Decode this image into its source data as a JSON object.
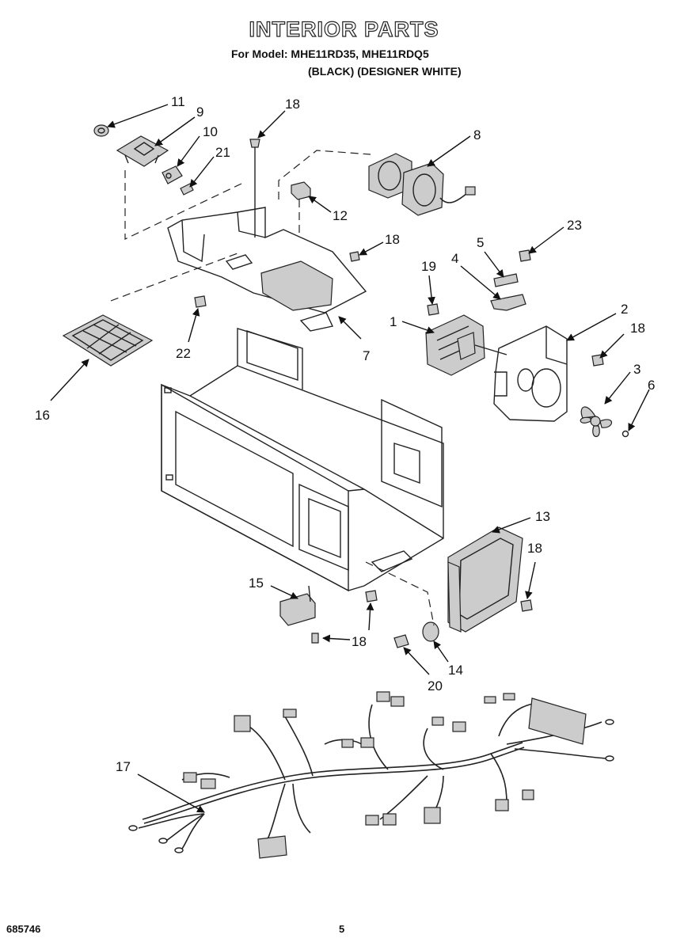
{
  "header": {
    "title": "INTERIOR PARTS",
    "models_line": "For Model: MHE11RD35, MHE11RDQ5",
    "colors_line": "(BLACK) (DESIGNER WHITE)"
  },
  "callouts": [
    "1",
    "2",
    "3",
    "4",
    "5",
    "6",
    "7",
    "8",
    "9",
    "10",
    "11",
    "12",
    "13",
    "14",
    "15",
    "16",
    "17",
    "18",
    "19",
    "20",
    "21",
    "22",
    "23"
  ],
  "footer": {
    "doc_number": "685746",
    "page_number": "5"
  }
}
